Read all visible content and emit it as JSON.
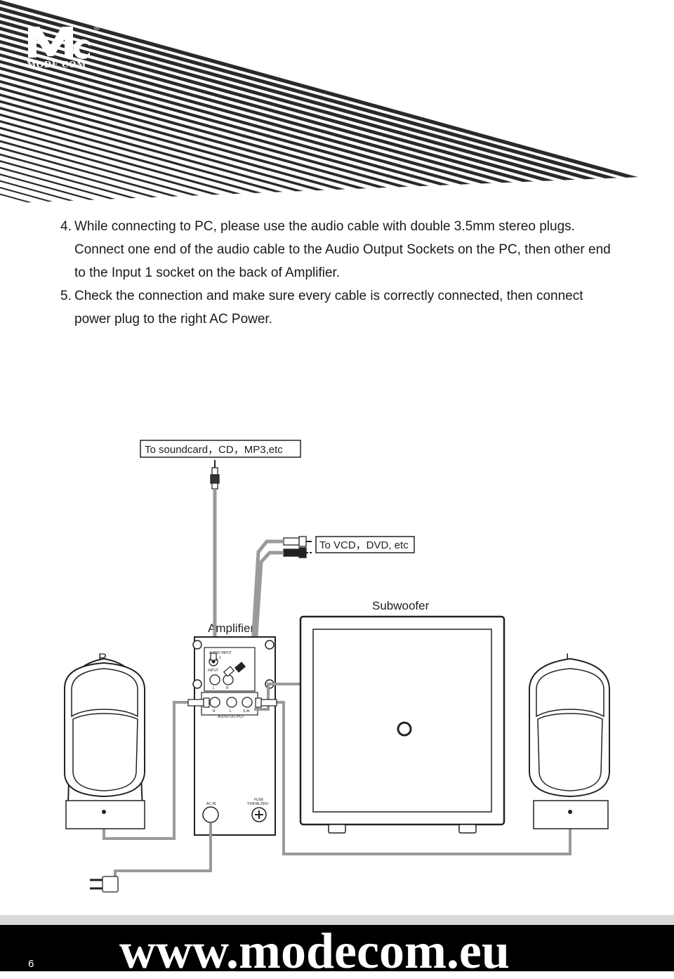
{
  "brand": {
    "logo_letters": "Mc",
    "logo_text": "MODE COM",
    "registered": "®"
  },
  "instructions": [
    {
      "number": "4.",
      "text": "While connecting to PC, please use the audio cable with double 3.5mm stereo plugs. Connect one end of the audio cable to the Audio Output Sockets on the PC, then other end to the Input 1 socket on the back of Amplifier."
    },
    {
      "number": "5.",
      "text": "Check the connection and make sure every cable is correctly connected, then connect power plug to the right AC Power."
    }
  ],
  "diagram": {
    "label_soundcard": "To soundcard，CD，MP3,etc",
    "label_vcd": "To VCD，DVD, etc",
    "label_subwoofer": "Subwoofer",
    "label_amplifier": "Amplifier",
    "label_right": "R",
    "label_left": "L",
    "panel_audio_input": "AUDIO INPUT",
    "panel_input_1": "1",
    "panel_input": "INPUT",
    "panel_in_l": "L",
    "panel_in_r": "R",
    "panel_out_r": "R",
    "panel_out_l": "L",
    "panel_out_sw": "S.W.",
    "panel_audio_output": "AUDIO OUTPUT",
    "panel_ac_in": "AC IN",
    "panel_fuse": "FUSE",
    "panel_fuse_rating": "T4SHAL250V"
  },
  "footer": {
    "page_number": "6",
    "website": "www.modecom.eu"
  },
  "colors": {
    "stripe": "#2a2a2a",
    "cable": "#9a9a9a",
    "footer_bg": "#000000",
    "footer_band": "#d9d9d9"
  }
}
